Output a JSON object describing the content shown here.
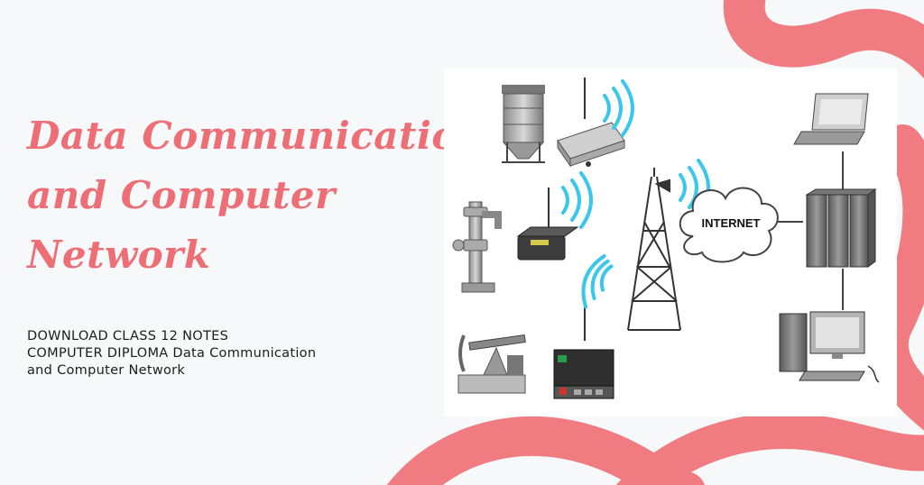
{
  "title": {
    "line1": "Data Communication",
    "line2": "and Computer",
    "line3": "Network"
  },
  "subtitle": {
    "line1": "DOWNLOAD CLASS 12 NOTES",
    "line2": "COMPUTER DIPLOMA Data Communication",
    "line3": "and Computer Network"
  },
  "diagram": {
    "internet_label": "INTERNET"
  },
  "colors": {
    "title": "#ee6e76",
    "decor": "#f07c82",
    "wave": "#38c8ee",
    "background": "#f6f8fa"
  },
  "icons": [
    "silo-icon",
    "wellhead-icon",
    "pumpjack-icon",
    "wireless-router-icon",
    "cell-tower-icon",
    "cloud-icon",
    "laptop-icon",
    "server-icon",
    "desktop-computer-icon",
    "wireless-waves-icon"
  ]
}
